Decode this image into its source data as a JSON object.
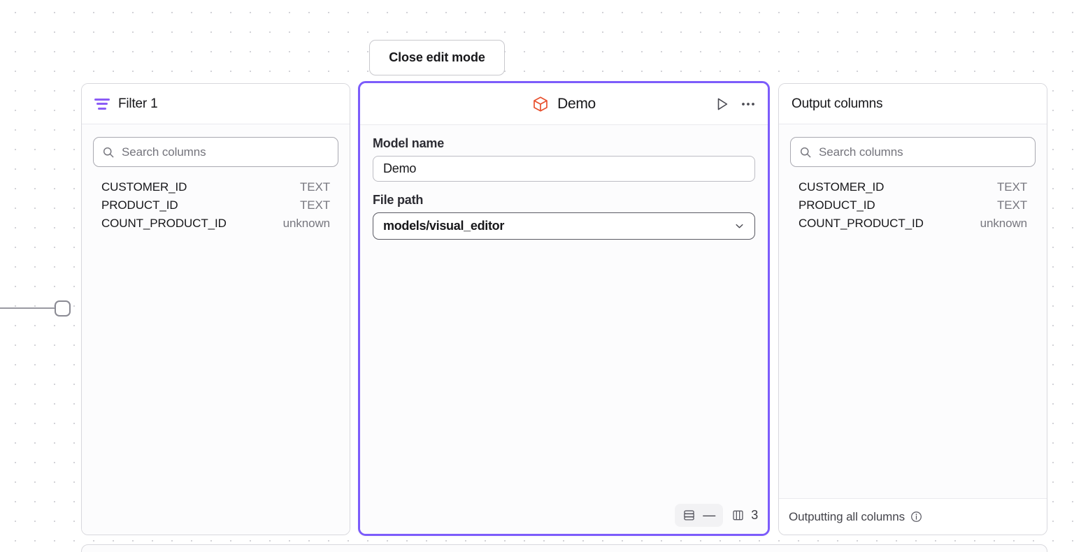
{
  "canvas": {
    "background_color": "#ffffff",
    "dot_color": "#d2d2d7",
    "accent_color": "#7c5cfb",
    "model_icon_color": "#e8502e"
  },
  "toolbar": {
    "close_edit_mode_label": "Close edit mode"
  },
  "edge": {
    "handle_name": "source-connector-handle"
  },
  "filter_panel": {
    "title": "Filter 1",
    "icon": "filter-icon",
    "search": {
      "placeholder": "Search columns",
      "value": "",
      "icon": "search-icon"
    },
    "columns": [
      {
        "name": "CUSTOMER_ID",
        "type": "TEXT"
      },
      {
        "name": "PRODUCT_ID",
        "type": "TEXT"
      },
      {
        "name": "COUNT_PRODUCT_ID",
        "type": "unknown"
      }
    ]
  },
  "model_panel": {
    "title": "Demo",
    "icon": "cube-icon",
    "run_icon": "play-icon",
    "more_icon": "ellipsis-icon",
    "fields": {
      "model_name_label": "Model name",
      "model_name_value": "Demo",
      "file_path_label": "File path",
      "file_path_value": "models/visual_editor",
      "file_path_chevron": "chevron-down-icon"
    },
    "stats": {
      "rows_icon": "rows-icon",
      "rows_value": "—",
      "columns_icon": "columns-icon",
      "columns_value": "3"
    }
  },
  "output_panel": {
    "title": "Output columns",
    "search": {
      "placeholder": "Search columns",
      "value": "",
      "icon": "search-icon"
    },
    "columns": [
      {
        "name": "CUSTOMER_ID",
        "type": "TEXT"
      },
      {
        "name": "PRODUCT_ID",
        "type": "TEXT"
      },
      {
        "name": "COUNT_PRODUCT_ID",
        "type": "unknown"
      }
    ],
    "footer": {
      "text": "Outputting all columns",
      "info_icon": "info-icon"
    }
  }
}
